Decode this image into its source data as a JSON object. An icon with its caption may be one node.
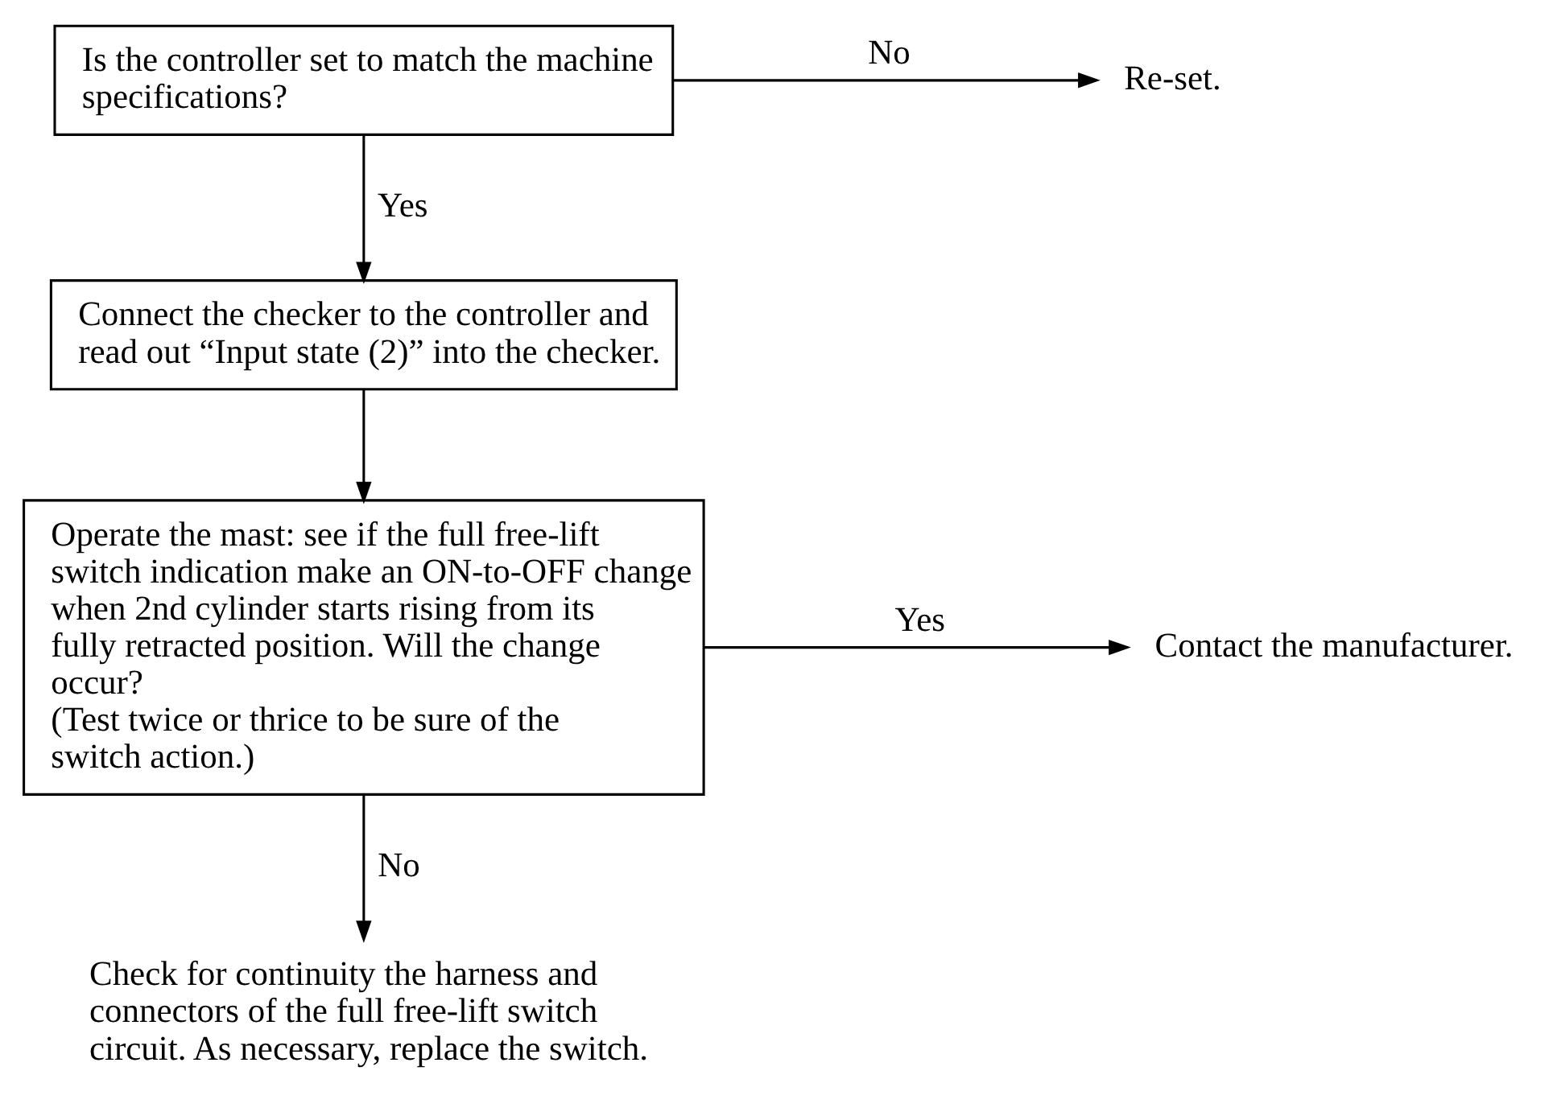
{
  "diagram": {
    "nodes": [
      {
        "text": [
          "Is the controller set to match the machine specifications?"
        ]
      },
      {
        "text": [
          "Re-set."
        ]
      },
      {
        "text": [
          "Connect the checker to the controller and read out “Input state (2)” into the checker."
        ]
      },
      {
        "text": [
          "Operate the mast: see if the full free-lift switch indication make an ON-to-OFF change when 2nd cylinder starts rising from its fully retracted position. Will the change occur?",
          "(Test twice or thrice to be sure of the switch action.)"
        ]
      },
      {
        "text": [
          "Contact the manufacturer."
        ]
      },
      {
        "text": [
          "Check for continuity the harness and connectors of the full free-lift switch circuit. As necessary, replace the switch."
        ]
      }
    ],
    "edges": [
      {
        "from": 0,
        "to": 1,
        "label": "No",
        "arrow": "to"
      },
      {
        "from": 0,
        "to": 2,
        "label": "Yes",
        "arrow": "to"
      },
      {
        "from": 2,
        "to": 3,
        "arrow": "to"
      },
      {
        "from": 3,
        "to": 4,
        "label": "Yes",
        "arrow": "to"
      },
      {
        "from": 3,
        "to": 5,
        "label": "No",
        "arrow": "to"
      }
    ]
  }
}
